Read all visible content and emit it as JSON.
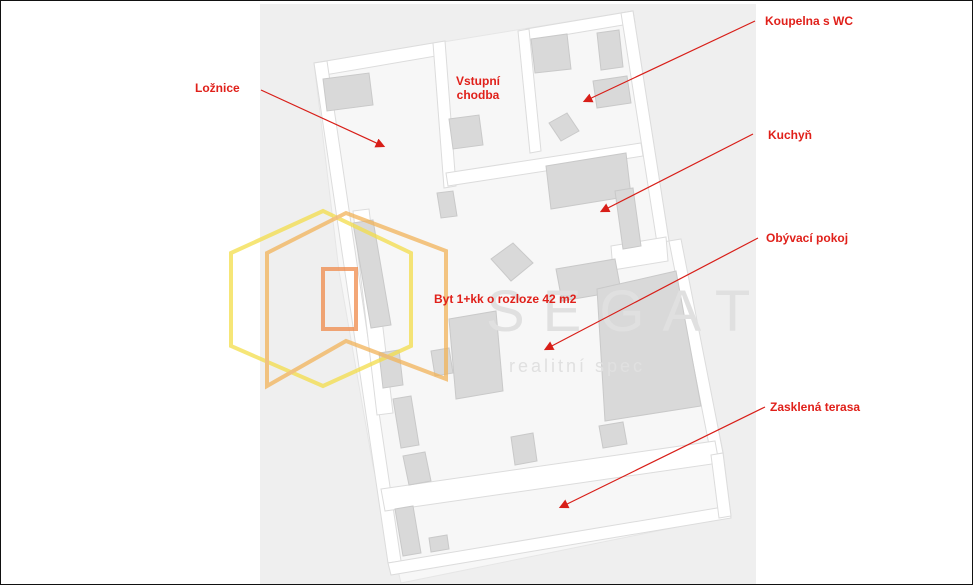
{
  "plan": {
    "title": "Byt 1+kk o rozloze 42 m2",
    "watermark": {
      "text": "SEGAT",
      "subtext": "realitní spec"
    },
    "labels": [
      {
        "id": "loznice",
        "text": "Ložnice"
      },
      {
        "id": "vstupni-chodba",
        "text": "Vstupní\nchodba"
      },
      {
        "id": "koupelna",
        "text": "Koupelna s WC"
      },
      {
        "id": "kuchyn",
        "text": "Kuchyň"
      },
      {
        "id": "obyvaci-pokoj",
        "text": "Obývací pokoj"
      },
      {
        "id": "zasklena-terasa",
        "text": "Zasklená terasa"
      }
    ]
  },
  "colors": {
    "label_red": "#e0201a",
    "arrow_red": "#d81e18",
    "floor": "#f7f7f7",
    "wall": "#ffffff",
    "furniture": "#d9d9d9",
    "watermark_yellow": "#f3dd4a",
    "watermark_orange": "#ef8a4a"
  }
}
